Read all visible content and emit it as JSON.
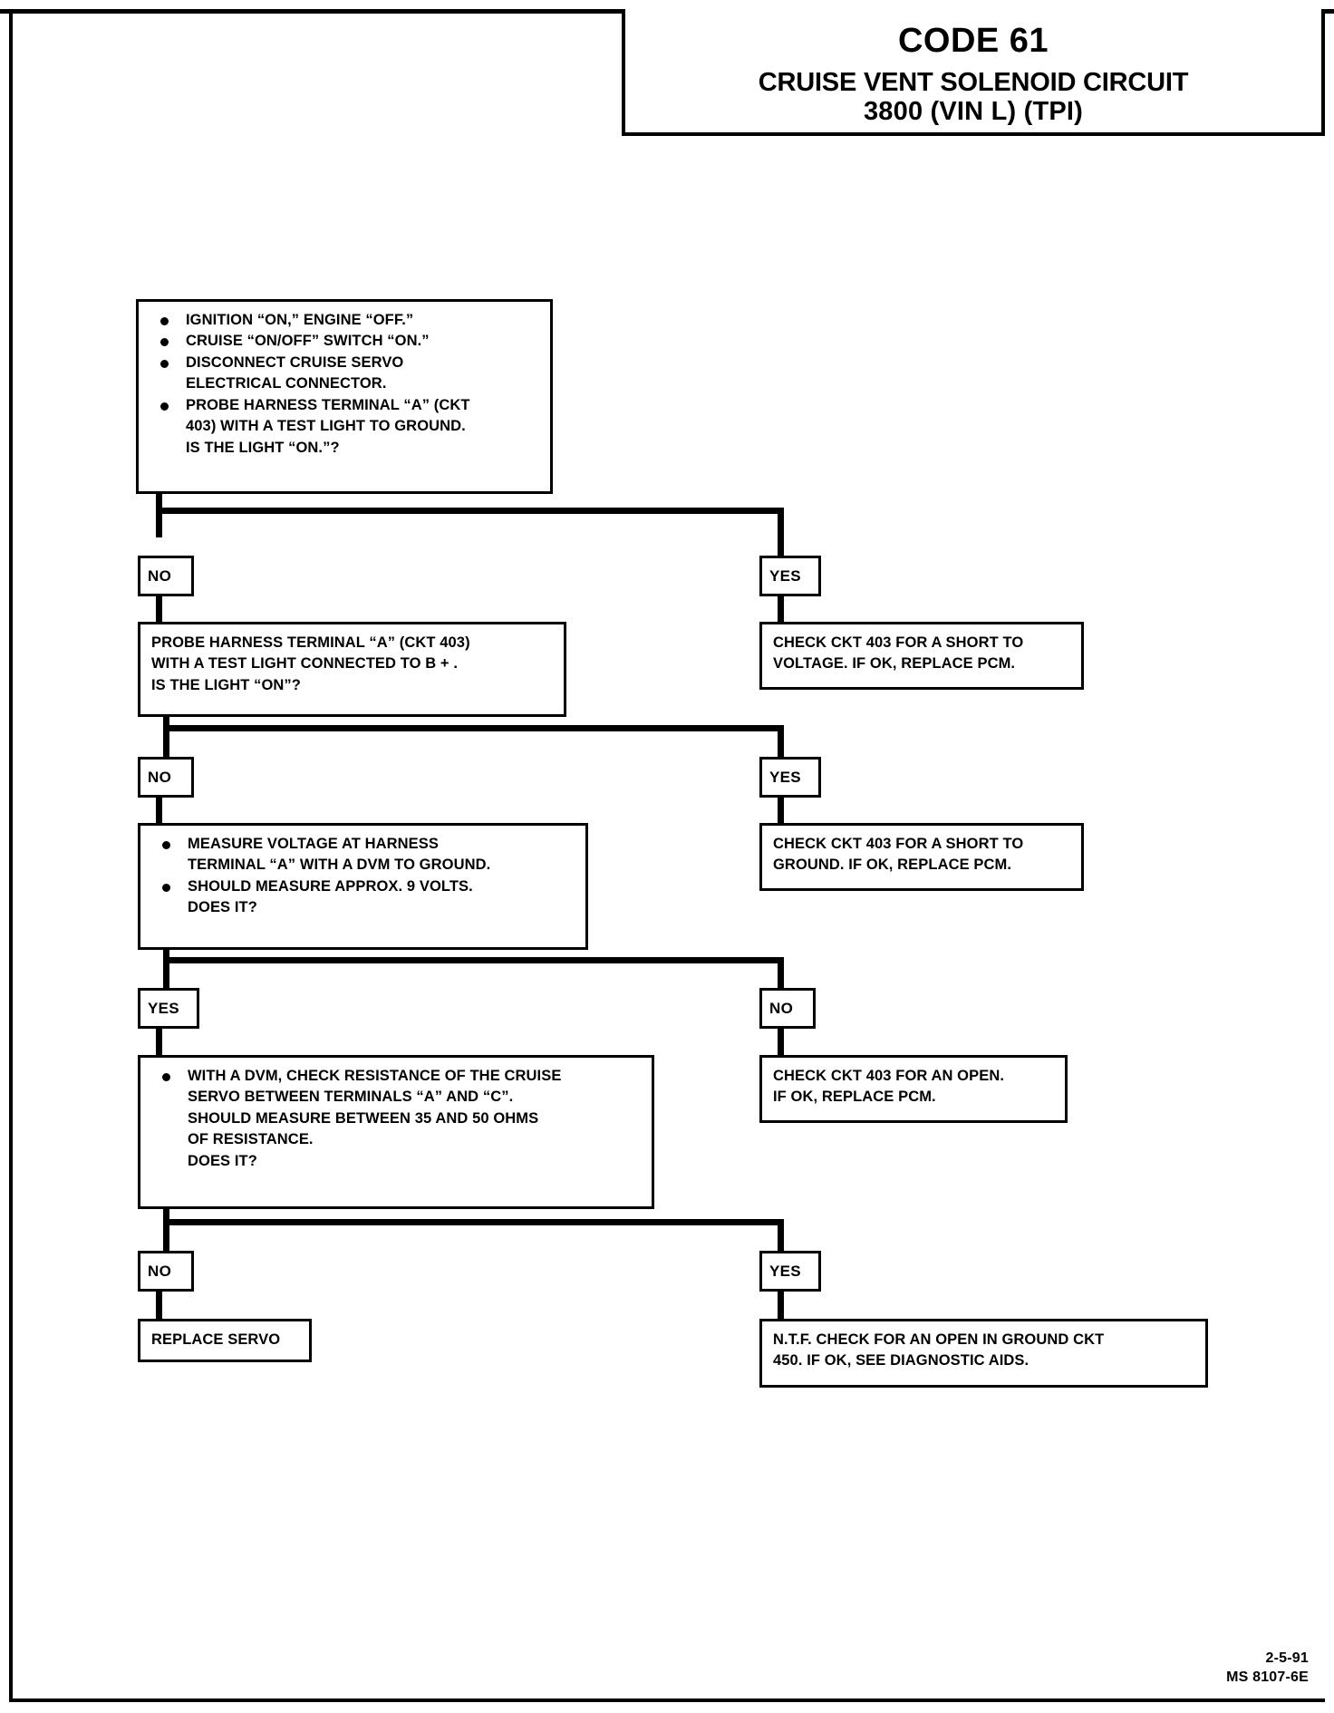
{
  "header": {
    "code": "CODE 61",
    "subtitle": "CRUISE VENT SOLENOID CIRCUIT",
    "engine": "3800  (VIN L)  (TPI)"
  },
  "labels": {
    "yes": "YES",
    "no": "NO"
  },
  "chart_data": {
    "type": "diagram",
    "title": "CODE 61 — CRUISE VENT SOLENOID CIRCUIT 3800 (VIN L) (TPI)",
    "nodes": [
      {
        "id": "step1",
        "type": "process-question",
        "lines": [
          "IGNITION “ON,” ENGINE “OFF.”",
          "CRUISE “ON/OFF” SWITCH “ON.”",
          "DISCONNECT CRUISE SERVO",
          "ELECTRICAL CONNECTOR.",
          "PROBE HARNESS TERMINAL “A” (CKT",
          "403) WITH A TEST LIGHT TO GROUND.",
          "IS THE LIGHT “ON.”?"
        ]
      },
      {
        "id": "step2",
        "type": "process-question",
        "lines": [
          "PROBE HARNESS TERMINAL “A” (CKT 403)",
          "WITH A TEST  LIGHT CONNECTED TO B + .",
          "IS THE LIGHT “ON”?"
        ]
      },
      {
        "id": "step3",
        "type": "process-question",
        "lines": [
          "MEASURE VOLTAGE AT HARNESS",
          "TERMINAL “A” WITH A DVM TO GROUND.",
          "SHOULD MEASURE APPROX. 9 VOLTS.",
          "DOES IT?"
        ]
      },
      {
        "id": "step4",
        "type": "process-question",
        "lines": [
          "WITH A DVM, CHECK RESISTANCE OF THE CRUISE",
          "SERVO BETWEEN TERMINALS “A” AND “C”.",
          "SHOULD MEASURE BETWEEN 35 AND 50 OHMS",
          "OF RESISTANCE.",
          "DOES IT?"
        ]
      },
      {
        "id": "result1",
        "type": "result",
        "lines": [
          "CHECK CKT 403 FOR A SHORT TO",
          "VOLTAGE. IF OK, REPLACE PCM."
        ]
      },
      {
        "id": "result2",
        "type": "result",
        "lines": [
          "CHECK CKT 403 FOR A SHORT TO",
          "GROUND.  IF OK, REPLACE PCM."
        ]
      },
      {
        "id": "result3",
        "type": "result",
        "lines": [
          "CHECK CKT 403 FOR AN OPEN.",
          "IF OK, REPLACE PCM."
        ]
      },
      {
        "id": "result4",
        "type": "result",
        "lines": [
          "REPLACE SERVO"
        ]
      },
      {
        "id": "result5",
        "type": "result",
        "lines": [
          "N.T.F.  CHECK FOR AN OPEN IN GROUND CKT",
          "450.  IF OK, SEE DIAGNOSTIC AIDS."
        ]
      }
    ],
    "edges": [
      {
        "from": "step1",
        "to": "step2",
        "label": "NO"
      },
      {
        "from": "step1",
        "to": "result1",
        "label": "YES"
      },
      {
        "from": "step2",
        "to": "step3",
        "label": "NO"
      },
      {
        "from": "step2",
        "to": "result2",
        "label": "YES"
      },
      {
        "from": "step3",
        "to": "step4",
        "label": "YES"
      },
      {
        "from": "step3",
        "to": "result3",
        "label": "NO"
      },
      {
        "from": "step4",
        "to": "result4",
        "label": "NO"
      },
      {
        "from": "step4",
        "to": "result5",
        "label": "YES"
      }
    ]
  },
  "step1": {
    "l1": "IGNITION “ON,” ENGINE “OFF.”",
    "l2": "CRUISE “ON/OFF” SWITCH “ON.”",
    "l3": "DISCONNECT CRUISE SERVO",
    "l4": "ELECTRICAL CONNECTOR.",
    "l5": "PROBE HARNESS TERMINAL “A” (CKT",
    "l6": "403) WITH A TEST LIGHT TO GROUND.",
    "l7": "IS THE LIGHT “ON.”?"
  },
  "step2": {
    "l1": "PROBE HARNESS TERMINAL “A” (CKT 403)",
    "l2": "WITH A TEST  LIGHT CONNECTED TO B + .",
    "l3": "IS THE LIGHT “ON”?"
  },
  "step3": {
    "l1": "MEASURE VOLTAGE AT HARNESS",
    "l2": "TERMINAL “A” WITH A DVM TO GROUND.",
    "l3": "SHOULD MEASURE APPROX. 9 VOLTS.",
    "l4": "DOES IT?"
  },
  "step4": {
    "l1": "WITH A DVM, CHECK RESISTANCE OF THE CRUISE",
    "l2": "SERVO BETWEEN TERMINALS “A” AND “C”.",
    "l3": "SHOULD MEASURE BETWEEN 35 AND 50 OHMS",
    "l4": "OF RESISTANCE.",
    "l5": "DOES IT?"
  },
  "result1": {
    "l1": "CHECK CKT 403 FOR A SHORT TO",
    "l2": "VOLTAGE. IF OK, REPLACE PCM."
  },
  "result2": {
    "l1": "CHECK CKT 403 FOR A SHORT TO",
    "l2": "GROUND.  IF OK, REPLACE PCM."
  },
  "result3": {
    "l1": "CHECK CKT 403 FOR AN OPEN.",
    "l2": "IF OK, REPLACE PCM."
  },
  "result4": {
    "l1": "REPLACE SERVO"
  },
  "result5": {
    "l1": "N.T.F.  CHECK FOR AN OPEN IN GROUND CKT",
    "l2": "450.  IF OK, SEE DIAGNOSTIC AIDS."
  },
  "footer": {
    "date": "2-5-91",
    "doc": "MS 8107-6E"
  }
}
